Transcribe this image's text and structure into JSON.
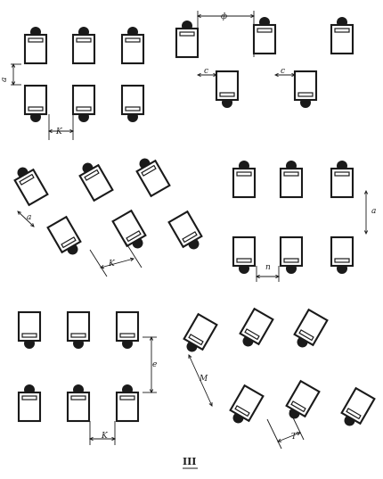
{
  "figure": {
    "caption": "III"
  },
  "panels": [
    {
      "id": "panel-1",
      "labels": {
        "row_gap": "a",
        "aisle": "K"
      }
    },
    {
      "id": "panel-2",
      "labels": {
        "top_gap": "ф",
        "offset_left": "с",
        "offset_right": "с"
      }
    },
    {
      "id": "panel-3",
      "labels": {
        "row_gap": "a",
        "aisle": "K"
      }
    },
    {
      "id": "panel-4",
      "labels": {
        "row_gap": "a",
        "aisle": "n"
      }
    },
    {
      "id": "panel-5",
      "labels": {
        "row_gap": "e",
        "aisle": "K"
      }
    },
    {
      "id": "panel-6",
      "labels": {
        "row_gap": "M",
        "aisle": "T"
      }
    }
  ],
  "colors": {
    "ink": "#1a1a1a",
    "paper": "#ffffff"
  }
}
